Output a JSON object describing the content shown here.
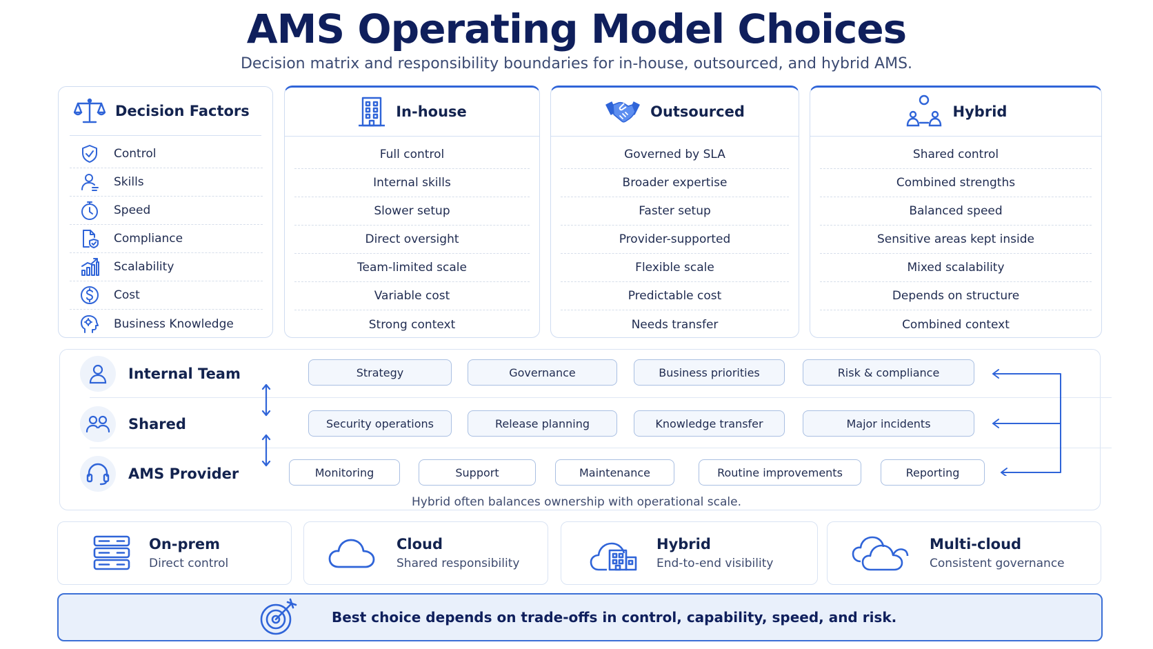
{
  "header": {
    "title": "AMS Operating Model Choices",
    "subtitle": "Decision matrix and responsibility boundaries for in-house, outsourced, and hybrid AMS."
  },
  "colors": {
    "accent": "#2f64d8",
    "text": "#13234f",
    "border": "#cfdcf1",
    "pill_fill": "#f3f7fd"
  },
  "factors": {
    "heading": "Decision Factors",
    "icon": "scales-icon",
    "items": [
      {
        "label": "Control",
        "icon": "shield-check-icon"
      },
      {
        "label": "Skills",
        "icon": "person-icon"
      },
      {
        "label": "Speed",
        "icon": "stopwatch-icon"
      },
      {
        "label": "Compliance",
        "icon": "document-shield-icon"
      },
      {
        "label": "Scalability",
        "icon": "bar-growth-icon"
      },
      {
        "label": "Cost",
        "icon": "dollar-icon"
      },
      {
        "label": "Business Knowledge",
        "icon": "head-gears-icon"
      }
    ]
  },
  "models": [
    {
      "heading": "In-house",
      "icon": "building-icon",
      "values": [
        "Full control",
        "Internal skills",
        "Slower setup",
        "Direct oversight",
        "Team-limited scale",
        "Variable cost",
        "Strong context"
      ]
    },
    {
      "heading": "Outsourced",
      "icon": "handshake-icon",
      "values": [
        "Governed by SLA",
        "Broader expertise",
        "Faster setup",
        "Provider-supported",
        "Flexible scale",
        "Predictable cost",
        "Needs transfer"
      ]
    },
    {
      "heading": "Hybrid",
      "icon": "people-network-icon",
      "values": [
        "Shared control",
        "Combined strengths",
        "Balanced speed",
        "Sensitive areas kept inside",
        "Mixed scalability",
        "Depends on structure",
        "Combined context"
      ]
    }
  ],
  "responsibility": {
    "tiers": [
      {
        "label": "Internal Team",
        "icon": "user-icon",
        "items": [
          "Strategy",
          "Governance",
          "Business priorities",
          "Risk & compliance"
        ]
      },
      {
        "label": "Shared",
        "icon": "users-icon",
        "items": [
          "Security operations",
          "Release planning",
          "Knowledge transfer",
          "Major incidents"
        ]
      },
      {
        "label": "AMS Provider",
        "icon": "headset-icon",
        "items": [
          "Monitoring",
          "Support",
          "Maintenance",
          "Routine improvements",
          "Reporting"
        ]
      }
    ],
    "caption": "Hybrid often balances ownership with operational scale."
  },
  "environments": [
    {
      "title": "On-prem",
      "desc": "Direct control",
      "icon": "server-icon"
    },
    {
      "title": "Cloud",
      "desc": "Shared responsibility",
      "icon": "cloud-icon"
    },
    {
      "title": "Hybrid",
      "desc": "End-to-end visibility",
      "icon": "cloud-building-icon"
    },
    {
      "title": "Multi-cloud",
      "desc": "Consistent governance",
      "icon": "multi-cloud-icon"
    }
  ],
  "banner": {
    "text": "Best choice depends on trade-offs in control, capability, speed, and risk.",
    "icon": "target-icon"
  }
}
